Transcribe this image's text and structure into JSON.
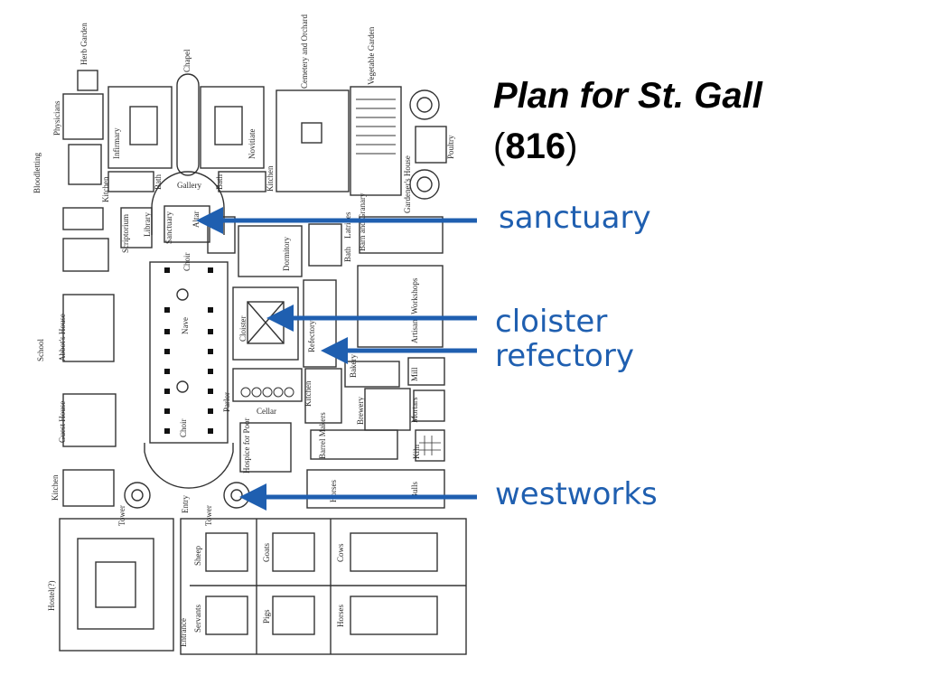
{
  "slide": {
    "title_main": "Plan for St. Gall",
    "title_year_open": "(",
    "title_year": "816",
    "title_year_close": ")",
    "accent_color": "#1f5fb0"
  },
  "callouts": {
    "sanctuary": "sanctuary",
    "cloister": "cloister",
    "refectory": "refectory",
    "westworks": "westworks"
  },
  "plan_labels": {
    "herb_garden": "Herb Garden",
    "physicians": "Physicians",
    "chapel": "Chapel",
    "infirmary": "Infirmary",
    "novitiate": "Novitiate",
    "cemetery": "Cemetery and Orchard",
    "vegetable_garden": "Vegetable Garden",
    "poultry": "Poultry",
    "gardeners_house": "Gardener's House",
    "bloodletting": "Bloodletting",
    "kitchen_nw": "Kitchen",
    "bath_nw": "Bath",
    "gallery": "Gallery",
    "bath_ne": "Bath",
    "kitchen_ne": "Kitchen",
    "scriptorium": "Scriptorium",
    "library": "Library",
    "sanctuary": "Sanctuary",
    "altar": "Altar",
    "latrines": "Latrines",
    "bath_mid": "Bath",
    "barn": "Barn and Granary",
    "choir_n": "Choir",
    "dormitory": "Dormitory",
    "workshops": "Artisans Workshops",
    "school": "School",
    "abbots_house": "Abbot's House",
    "nave": "Nave",
    "cloister": "Cloister",
    "refectory": "Refectory",
    "bakery": "Bakery",
    "mill": "Mill",
    "parlor": "Parlor",
    "kitchen_mid": "Kitchen",
    "cellar": "Cellar",
    "brewery": "Brewery",
    "mortars": "Mortars",
    "guest_house": "Guest House",
    "choir_s": "Choir",
    "hospice": "Hospice for Poor",
    "barrel_makers": "Barrel Makers",
    "kiln": "Kiln",
    "kitchen_sw": "Kitchen",
    "horses_small": "Horses",
    "bulls": "Bulls",
    "tower_w": "Tower",
    "entry": "Entry",
    "tower_e": "Tower",
    "sheep": "Sheep",
    "goats": "Goats",
    "cows": "Cows",
    "hostel": "Hostel(?)",
    "entrance": "Entrance",
    "servants": "Servants",
    "pigs": "Pigs",
    "horses": "Horses"
  }
}
